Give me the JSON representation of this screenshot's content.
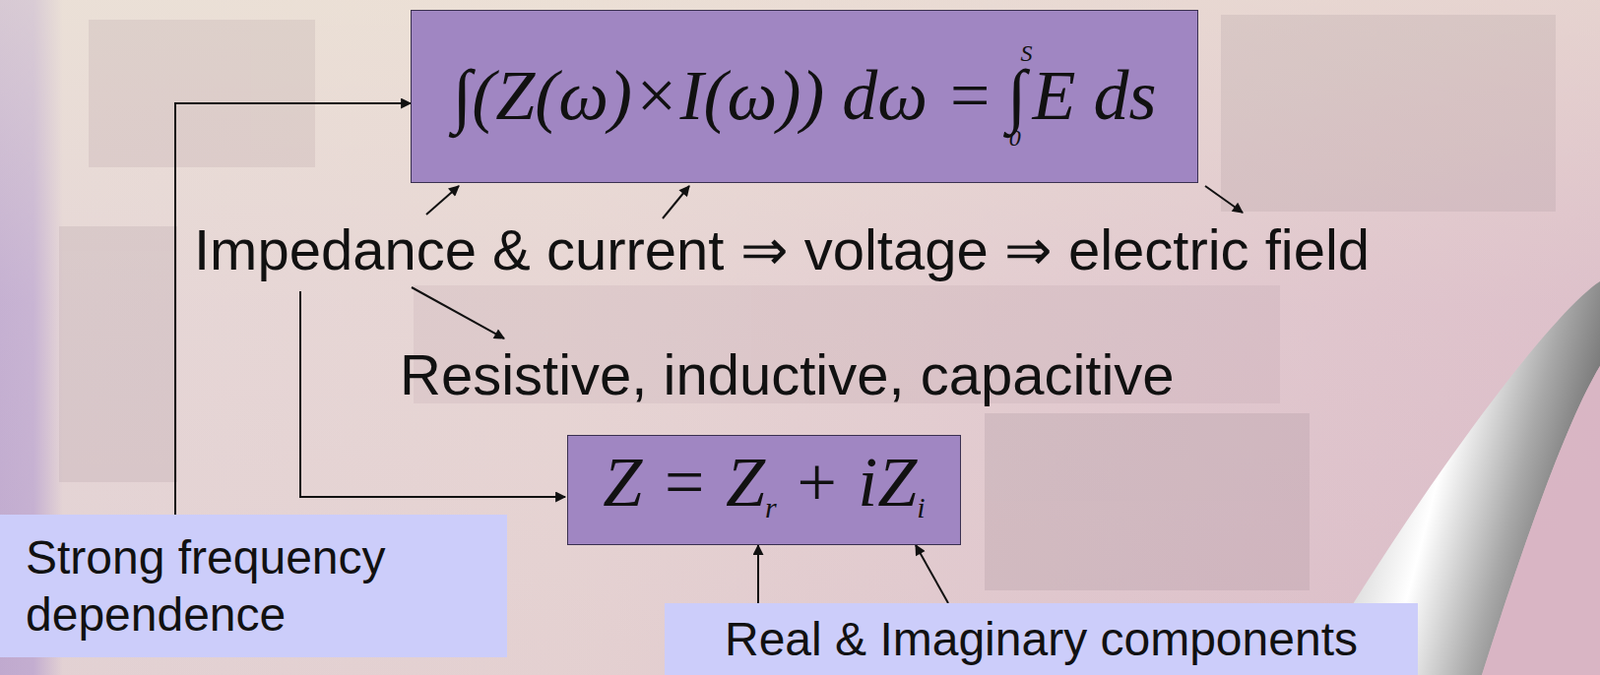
{
  "diagram": {
    "nodes": [
      {
        "text": [
          "∫(Z(ω)×I(ω)) dω =",
          "∫",
          "S",
          "0",
          "E ds"
        ]
      },
      {
        "text": [
          "Z = Z",
          "r",
          "+ iZ",
          "i"
        ]
      },
      {
        "text": [
          "Strong frequency dependence"
        ]
      },
      {
        "text": [
          "Real & Imaginary components"
        ]
      }
    ],
    "edges": [
      {
        "from": 2,
        "to": 0,
        "arrow": "to"
      },
      {
        "from": 3,
        "to": 1,
        "arrow": "to"
      },
      {
        "from": 3,
        "to": 1,
        "arrow": "to"
      }
    ],
    "labels": [
      "Impedance & current ⇒ voltage ⇒ electric field",
      "Resistive, inductive, capacitive"
    ]
  }
}
